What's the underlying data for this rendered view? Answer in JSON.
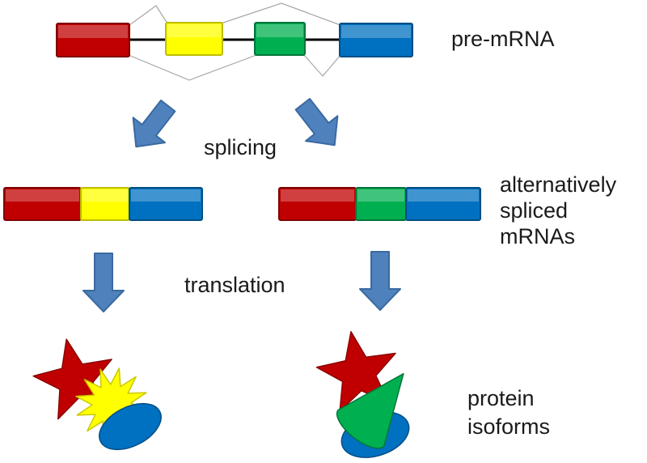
{
  "page": {
    "background": "#ffffff"
  },
  "labels": {
    "pre_mrna": "pre-mRNA",
    "splicing": "splicing",
    "translation": "translation",
    "alt_spliced_lines": [
      "alternatively",
      "spliced",
      "mRNAs"
    ],
    "protein_lines": [
      "protein",
      "isoforms"
    ]
  },
  "colors": {
    "exon_red": "#c00000",
    "exon_yellow": "#ffff00",
    "exon_green": "#00b050",
    "exon_blue": "#0070c0",
    "arrow_fill": "#4f81bd",
    "intron_line": "#000000",
    "splice_line": "#a6a6a6"
  },
  "diagram": {
    "pre_mrna_exons": [
      "red",
      "yellow",
      "green",
      "blue"
    ],
    "spliced_mrna_left_exons": [
      "red",
      "yellow",
      "blue"
    ],
    "spliced_mrna_right_exons": [
      "red",
      "green",
      "blue"
    ],
    "protein_left_shapes": [
      "red-star",
      "yellow-burst",
      "blue-ellipse"
    ],
    "protein_right_shapes": [
      "red-star",
      "green-cone",
      "blue-ellipse"
    ]
  }
}
